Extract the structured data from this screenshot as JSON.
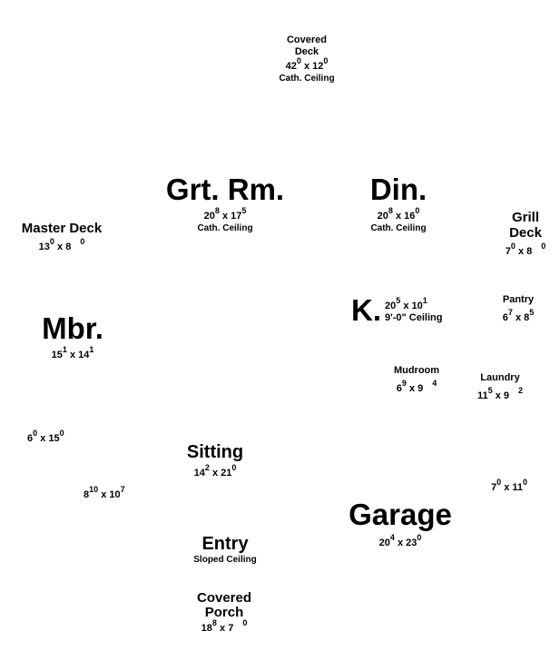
{
  "title": "Floor Plan Room Labels",
  "rooms": {
    "covered_deck": {
      "name_line1": "Covered",
      "name_line2": "Deck",
      "w": "42",
      "w_in": "0",
      "x": "x",
      "h": "12",
      "h_in": "0",
      "note": "Cath. Ceiling"
    },
    "great_room": {
      "name": "Grt. Rm.",
      "w": "20",
      "w_in": "8",
      "x": "x",
      "h": "17",
      "h_in": "5",
      "note": "Cath. Ceiling"
    },
    "dining": {
      "name": "Din.",
      "w": "20",
      "w_in": "8",
      "x": "x",
      "h": "16",
      "h_in": "0",
      "note": "Cath. Ceiling"
    },
    "grill_deck": {
      "name_line1": "Grill",
      "name_line2": "Deck",
      "w": "7",
      "w_in": "0",
      "x": "x",
      "h": "8",
      "h_in": "0"
    },
    "master_deck": {
      "name": "Master Deck",
      "w": "13",
      "w_in": "0",
      "x": "x",
      "h": "8",
      "h_in": "0"
    },
    "kitchen": {
      "name": "K.",
      "w": "20",
      "w_in": "5",
      "x": "x",
      "h": "10",
      "h_in": "1",
      "note": "9'-0\" Ceiling"
    },
    "pantry": {
      "name": "Pantry",
      "w": "6",
      "w_in": "7",
      "x": "x",
      "h": "8",
      "h_in": "5"
    },
    "master_bedroom": {
      "name": "Mbr.",
      "w": "15",
      "w_in": "1",
      "x": "x",
      "h": "14",
      "h_in": "1"
    },
    "mudroom": {
      "name": "Mudroom",
      "w": "6",
      "w_in": "9",
      "x": "x",
      "h": "9",
      "h_in": "4"
    },
    "laundry": {
      "name": "Laundry",
      "w": "11",
      "w_in": "5",
      "x": "x",
      "h": "9",
      "h_in": "2"
    },
    "closet_a": {
      "w": "6",
      "w_in": "0",
      "x": "x",
      "h": "15",
      "h_in": "0"
    },
    "sitting": {
      "name": "Sitting",
      "w": "14",
      "w_in": "2",
      "x": "x",
      "h": "21",
      "h_in": "0"
    },
    "bath": {
      "w": "8",
      "w_in": "10",
      "x": "x",
      "h": "10",
      "h_in": "7"
    },
    "storage": {
      "w": "7",
      "w_in": "0",
      "x": "x",
      "h": "11",
      "h_in": "0"
    },
    "garage": {
      "name": "Garage",
      "w": "20",
      "w_in": "4",
      "x": "x",
      "h": "23",
      "h_in": "0"
    },
    "entry": {
      "name": "Entry",
      "note": "Sloped Ceiling"
    },
    "covered_porch": {
      "name_line1": "Covered",
      "name_line2": "Porch",
      "w": "18",
      "w_in": "8",
      "x": "x",
      "h": "7",
      "h_in": "0"
    }
  }
}
